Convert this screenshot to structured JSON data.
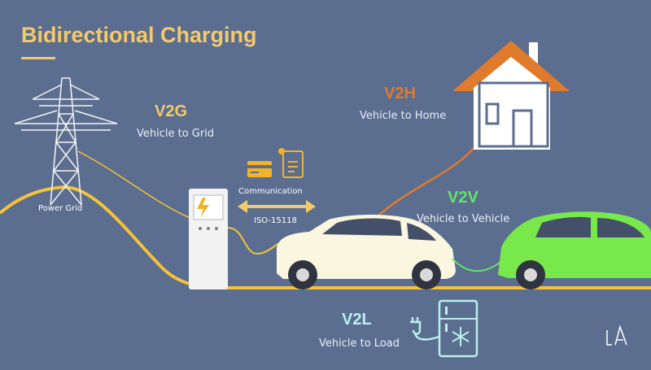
{
  "title": "Bidirectional Charging",
  "colors": {
    "background": "#5b6e8f",
    "title": "#f4c96a",
    "v2g": "#f4c96a",
    "v2h": "#e07a2c",
    "v2v": "#66e36a",
    "v2l": "#b9f0ec",
    "grid_line": "#f2c23c"
  },
  "modes": {
    "v2g": {
      "code": "V2G",
      "label": "Vehicle to Grid"
    },
    "v2h": {
      "code": "V2H",
      "label": "Vehicle to Home"
    },
    "v2v": {
      "code": "V2V",
      "label": "Vehicle to Vehicle"
    },
    "v2l": {
      "code": "V2L",
      "label": "Vehicle to Load"
    }
  },
  "grid": {
    "label": "Power Grid"
  },
  "charger": {
    "communication_label": "Communication",
    "protocol_label": "ISO-15118"
  },
  "icons": [
    "power-tower-icon",
    "lightning-icon",
    "card-icon",
    "certificate-icon",
    "house-icon",
    "plug-icon",
    "fridge-icon",
    "snowflake-icon",
    "logo-icon"
  ]
}
